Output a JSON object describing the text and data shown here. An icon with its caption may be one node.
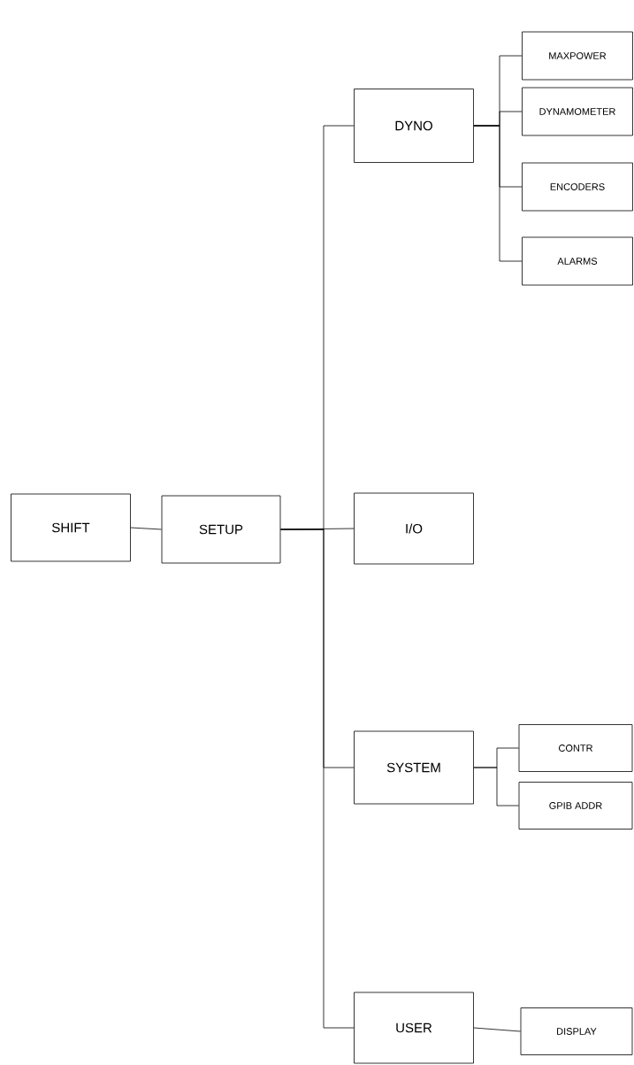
{
  "diagram": {
    "nodes": [
      {
        "text": [
          "SHIFT"
        ]
      },
      {
        "text": [
          "SETUP"
        ]
      },
      {
        "text": [
          "DYNO"
        ]
      },
      {
        "text": [
          "MAXPOWER"
        ]
      },
      {
        "text": [
          "DYNAMOMETER"
        ]
      },
      {
        "text": [
          "ENCODERS"
        ]
      },
      {
        "text": [
          "ALARMS"
        ]
      },
      {
        "text": [
          "I/O"
        ]
      },
      {
        "text": [
          "SYSTEM"
        ]
      },
      {
        "text": [
          "CONTR"
        ]
      },
      {
        "text": [
          "GPIB ADDR"
        ]
      },
      {
        "text": [
          "USER"
        ]
      },
      {
        "text": [
          "DISPLAY"
        ]
      }
    ],
    "edges": [
      {
        "from": 0,
        "to": 1,
        "arrow": "none"
      },
      {
        "from": 1,
        "to": 2,
        "arrow": "none"
      },
      {
        "from": 1,
        "to": 7,
        "arrow": "none"
      },
      {
        "from": 1,
        "to": 8,
        "arrow": "none"
      },
      {
        "from": 1,
        "to": 11,
        "arrow": "none"
      },
      {
        "from": 2,
        "to": 3,
        "arrow": "none"
      },
      {
        "from": 2,
        "to": 4,
        "arrow": "none"
      },
      {
        "from": 2,
        "to": 5,
        "arrow": "none"
      },
      {
        "from": 2,
        "to": 6,
        "arrow": "none"
      },
      {
        "from": 8,
        "to": 9,
        "arrow": "none"
      },
      {
        "from": 8,
        "to": 10,
        "arrow": "none"
      },
      {
        "from": 11,
        "to": 12,
        "arrow": "none"
      }
    ]
  }
}
